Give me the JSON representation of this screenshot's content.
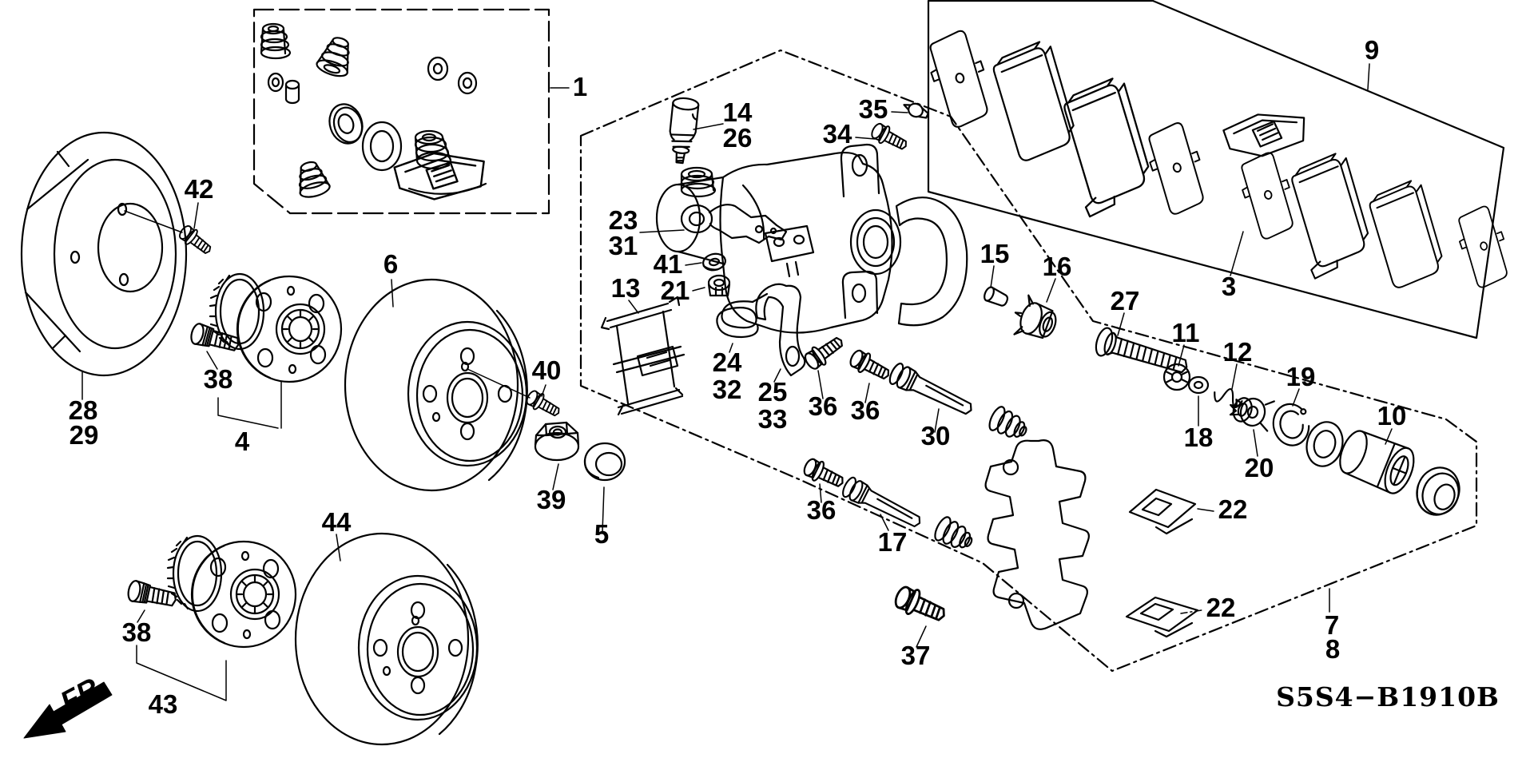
{
  "colors": {
    "ink": "#000000",
    "paper": "#ffffff"
  },
  "diagram_code": "S5S4−B1910B",
  "fr_arrow": {
    "label": "FR"
  },
  "callouts": {
    "c1": "1",
    "c3": "3",
    "c4": "4",
    "c5": "5",
    "c6": "6",
    "c7": "7",
    "c8": "8",
    "c9": "9",
    "c10": "10",
    "c11": "11",
    "c12": "12",
    "c13": "13",
    "c14": "14",
    "c15": "15",
    "c16": "16",
    "c17": "17",
    "c18": "18",
    "c19": "19",
    "c20": "20",
    "c21": "21",
    "c22a": "22",
    "c22b": "22",
    "c23": "23",
    "c24": "24",
    "c25": "25",
    "c26": "26",
    "c27": "27",
    "c28": "28",
    "c29": "29",
    "c30": "30",
    "c31": "31",
    "c32": "32",
    "c33": "33",
    "c34": "34",
    "c35": "35",
    "c36a": "36",
    "c36b": "36",
    "c36c": "36",
    "c37": "37",
    "c38a": "38",
    "c38b": "38",
    "c39": "39",
    "c40": "40",
    "c41": "41",
    "c42": "42",
    "c43": "43",
    "c44": "44"
  }
}
